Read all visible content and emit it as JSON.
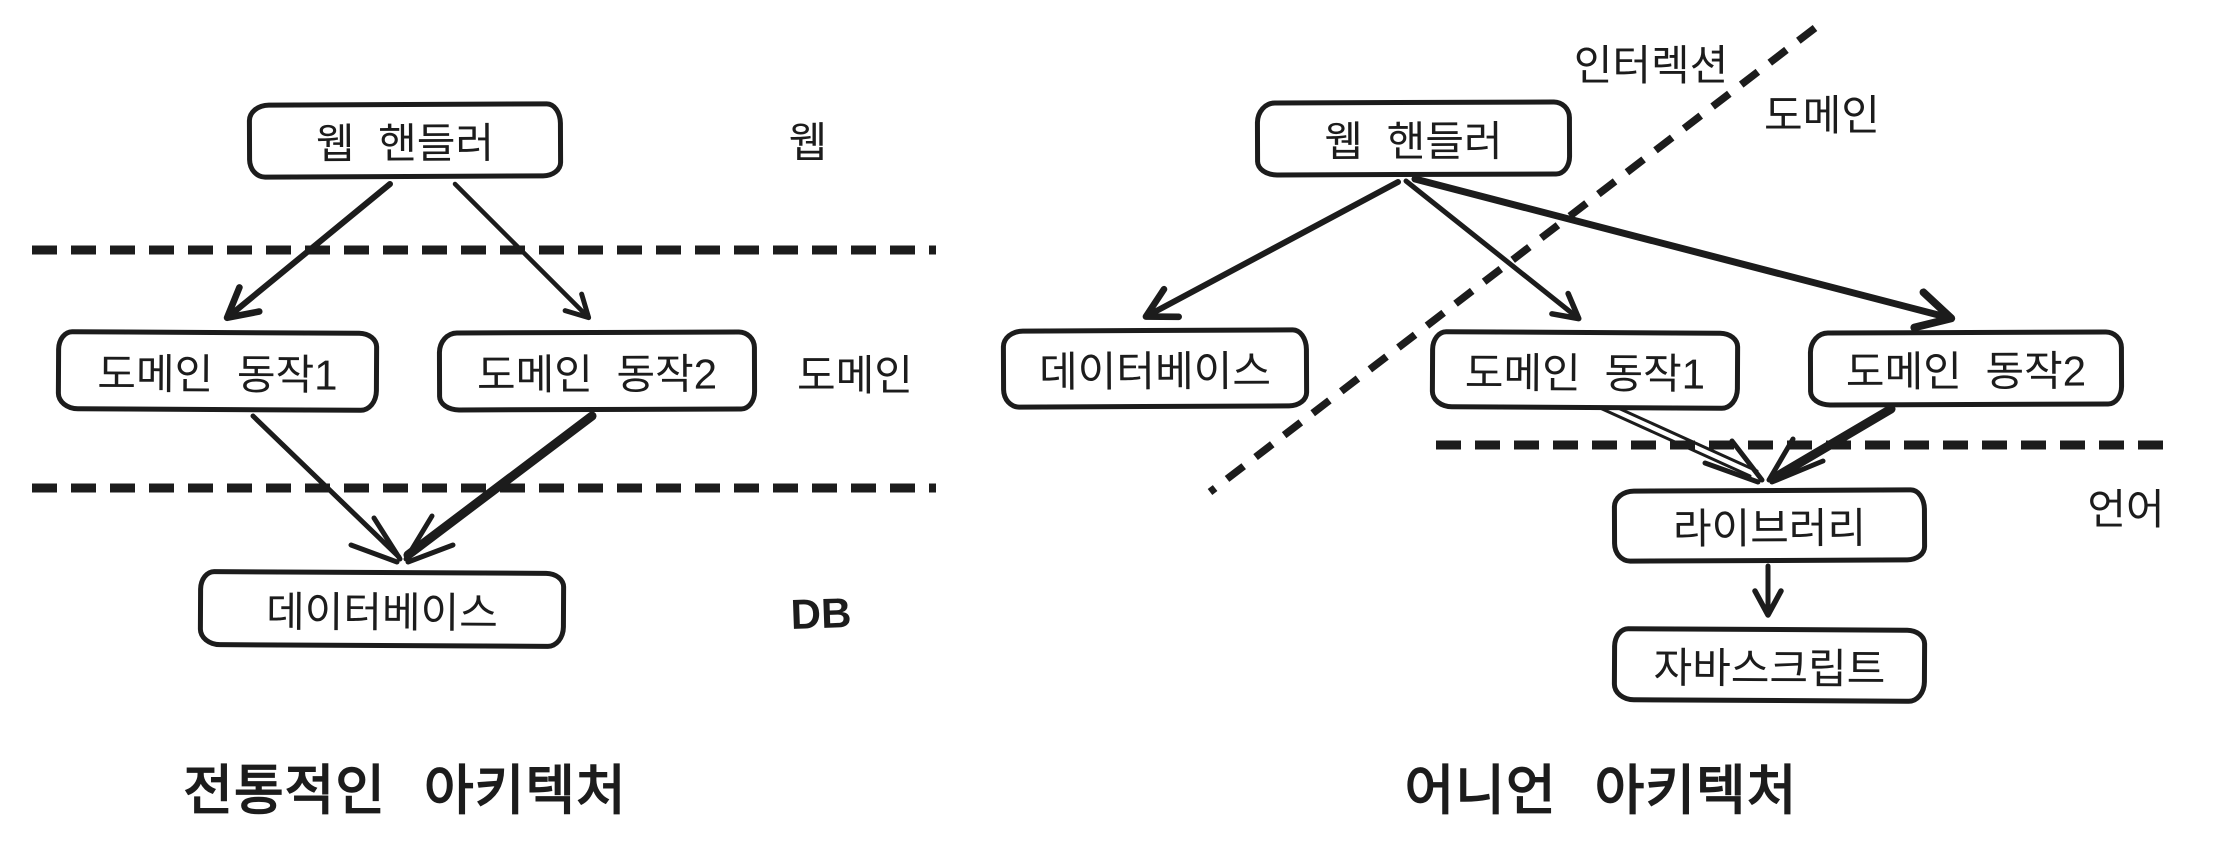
{
  "colors": {
    "ink": "#1c1c1c",
    "paper": "#ffffff"
  },
  "left": {
    "caption": "전통적인 아키텍처",
    "nodes": {
      "web_handler": "웹 핸들러",
      "domain_action_1": "도메인 동작1",
      "domain_action_2": "도메인 동작2",
      "database": "데이터베이스"
    },
    "layer_labels": {
      "web": "웹",
      "domain": "도메인",
      "db": "DB"
    },
    "edges": [
      {
        "from": "web_handler",
        "to": "domain_action_1"
      },
      {
        "from": "web_handler",
        "to": "domain_action_2"
      },
      {
        "from": "domain_action_1",
        "to": "database"
      },
      {
        "from": "domain_action_2",
        "to": "database"
      }
    ],
    "dividers": [
      {
        "between": [
          "web",
          "domain"
        ],
        "style": "dashed-horizontal"
      },
      {
        "between": [
          "domain",
          "db"
        ],
        "style": "dashed-horizontal"
      }
    ]
  },
  "right": {
    "caption": "어니언 아키텍처",
    "nodes": {
      "web_handler": "웹 핸들러",
      "database": "데이터베이스",
      "domain_action_1": "도메인 동작1",
      "domain_action_2": "도메인 동작2",
      "library": "라이브러리",
      "javascript": "자바스크립트"
    },
    "layer_labels": {
      "interaction": "인터렉션",
      "domain": "도메인",
      "language": "언어"
    },
    "edges": [
      {
        "from": "web_handler",
        "to": "database"
      },
      {
        "from": "web_handler",
        "to": "domain_action_1"
      },
      {
        "from": "web_handler",
        "to": "domain_action_2"
      },
      {
        "from": "domain_action_1",
        "to": "library"
      },
      {
        "from": "domain_action_2",
        "to": "library"
      },
      {
        "from": "library",
        "to": "javascript"
      }
    ],
    "dividers": [
      {
        "between": [
          "interaction",
          "domain"
        ],
        "style": "dashed-diagonal"
      },
      {
        "between": [
          "domain",
          "language"
        ],
        "style": "dashed-horizontal"
      }
    ]
  }
}
